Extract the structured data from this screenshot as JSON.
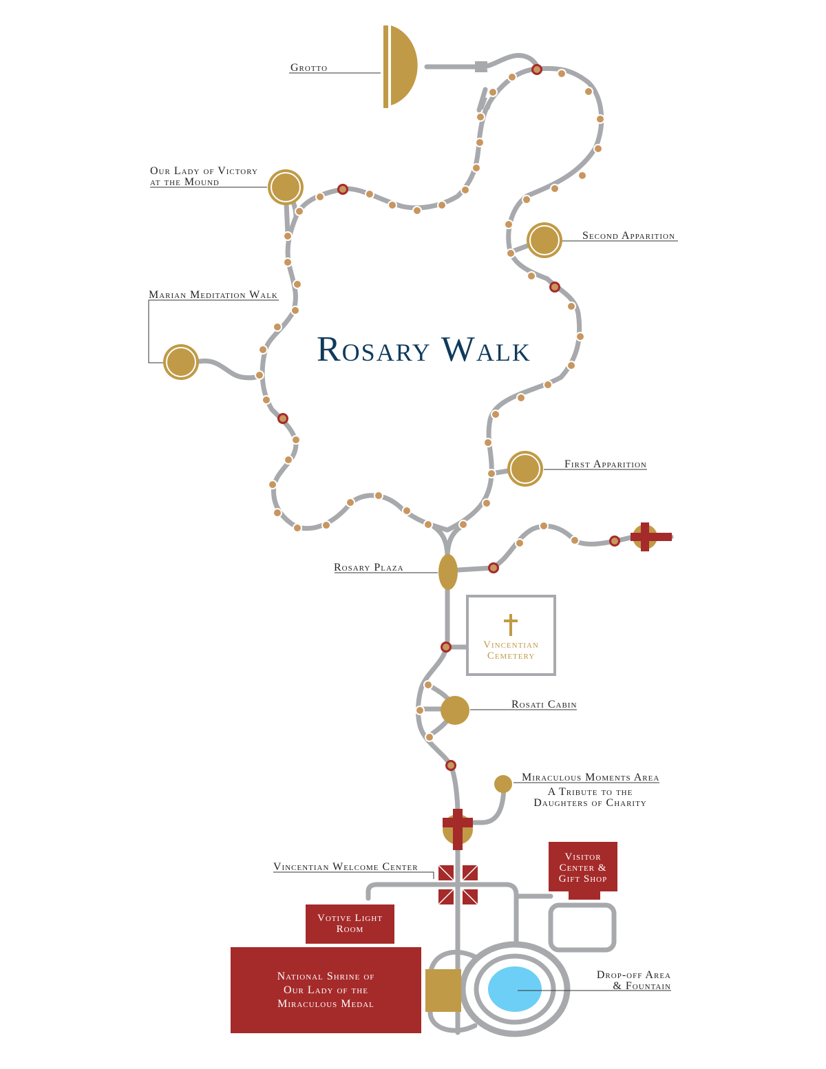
{
  "title": "Rosary Walk",
  "colors": {
    "path": "#a7a9ac",
    "gold": "#c09a46",
    "red": "#a52a2a",
    "navy": "#0f3a5c",
    "water": "#6dcff6",
    "text": "#222222"
  },
  "labels": {
    "grotto": "Grotto",
    "our_lady_victory": [
      "Our Lady of Victory",
      "at the Mound"
    ],
    "marian_meditation": "Marian Meditation Walk",
    "second_apparition": "Second Apparition",
    "first_apparition": "First Apparition",
    "rosary_plaza": "Rosary Plaza",
    "rosati_cabin": "Rosati Cabin",
    "miraculous_moments": [
      "Miraculous Moments Area",
      "A Tribute to the",
      "Daughters of Charity"
    ],
    "welcome_center": "Vincentian Welcome Center",
    "dropoff": [
      "Drop-off Area",
      "& Fountain"
    ]
  },
  "buildings": {
    "cemetery": [
      "Vincentian",
      "Cemetery"
    ],
    "visitor_center": [
      "Visitor",
      "Center &",
      "Gift Shop"
    ],
    "votive_room": [
      "Votive Light",
      "Room"
    ],
    "national_shrine": [
      "National Shrine of",
      "Our Lady of the",
      "Miraculous Medal"
    ]
  },
  "icons": {
    "cross": "cross-icon",
    "bead": "rosary-bead-icon",
    "our_father_bead": "our-father-bead-icon",
    "station": "station-marker-icon"
  }
}
